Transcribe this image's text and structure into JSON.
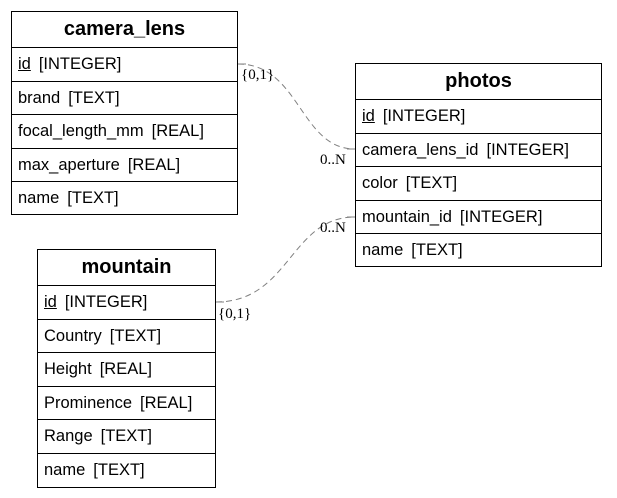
{
  "entities": {
    "camera_lens": {
      "name": "camera_lens",
      "attributes": [
        {
          "name": "id",
          "type": "[INTEGER]",
          "pk": true
        },
        {
          "name": "brand",
          "type": "[TEXT]",
          "pk": false
        },
        {
          "name": "focal_length_mm",
          "type": "[REAL]",
          "pk": false
        },
        {
          "name": "max_aperture",
          "type": "[REAL]",
          "pk": false
        },
        {
          "name": "name",
          "type": "[TEXT]",
          "pk": false
        }
      ]
    },
    "photos": {
      "name": "photos",
      "attributes": [
        {
          "name": "id",
          "type": "[INTEGER]",
          "pk": true
        },
        {
          "name": "camera_lens_id",
          "type": "[INTEGER]",
          "pk": false
        },
        {
          "name": "color",
          "type": "[TEXT]",
          "pk": false
        },
        {
          "name": "mountain_id",
          "type": "[INTEGER]",
          "pk": false
        },
        {
          "name": "name",
          "type": "[TEXT]",
          "pk": false
        }
      ]
    },
    "mountain": {
      "name": "mountain",
      "attributes": [
        {
          "name": "id",
          "type": "[INTEGER]",
          "pk": true
        },
        {
          "name": "Country",
          "type": "[TEXT]",
          "pk": false
        },
        {
          "name": "Height",
          "type": "[REAL]",
          "pk": false
        },
        {
          "name": "Prominence",
          "type": "[REAL]",
          "pk": false
        },
        {
          "name": "Range",
          "type": "[TEXT]",
          "pk": false
        },
        {
          "name": "name",
          "type": "[TEXT]",
          "pk": false
        }
      ]
    }
  },
  "relationships": [
    {
      "from": "camera_lens.id",
      "to": "photos.camera_lens_id",
      "from_card": "{0,1}",
      "to_card": "0..N"
    },
    {
      "from": "mountain.id",
      "to": "photos.mountain_id",
      "from_card": "{0,1}",
      "to_card": "0..N"
    }
  ],
  "colors": {
    "border": "#000000",
    "edge": "#808080",
    "background": "#ffffff"
  }
}
